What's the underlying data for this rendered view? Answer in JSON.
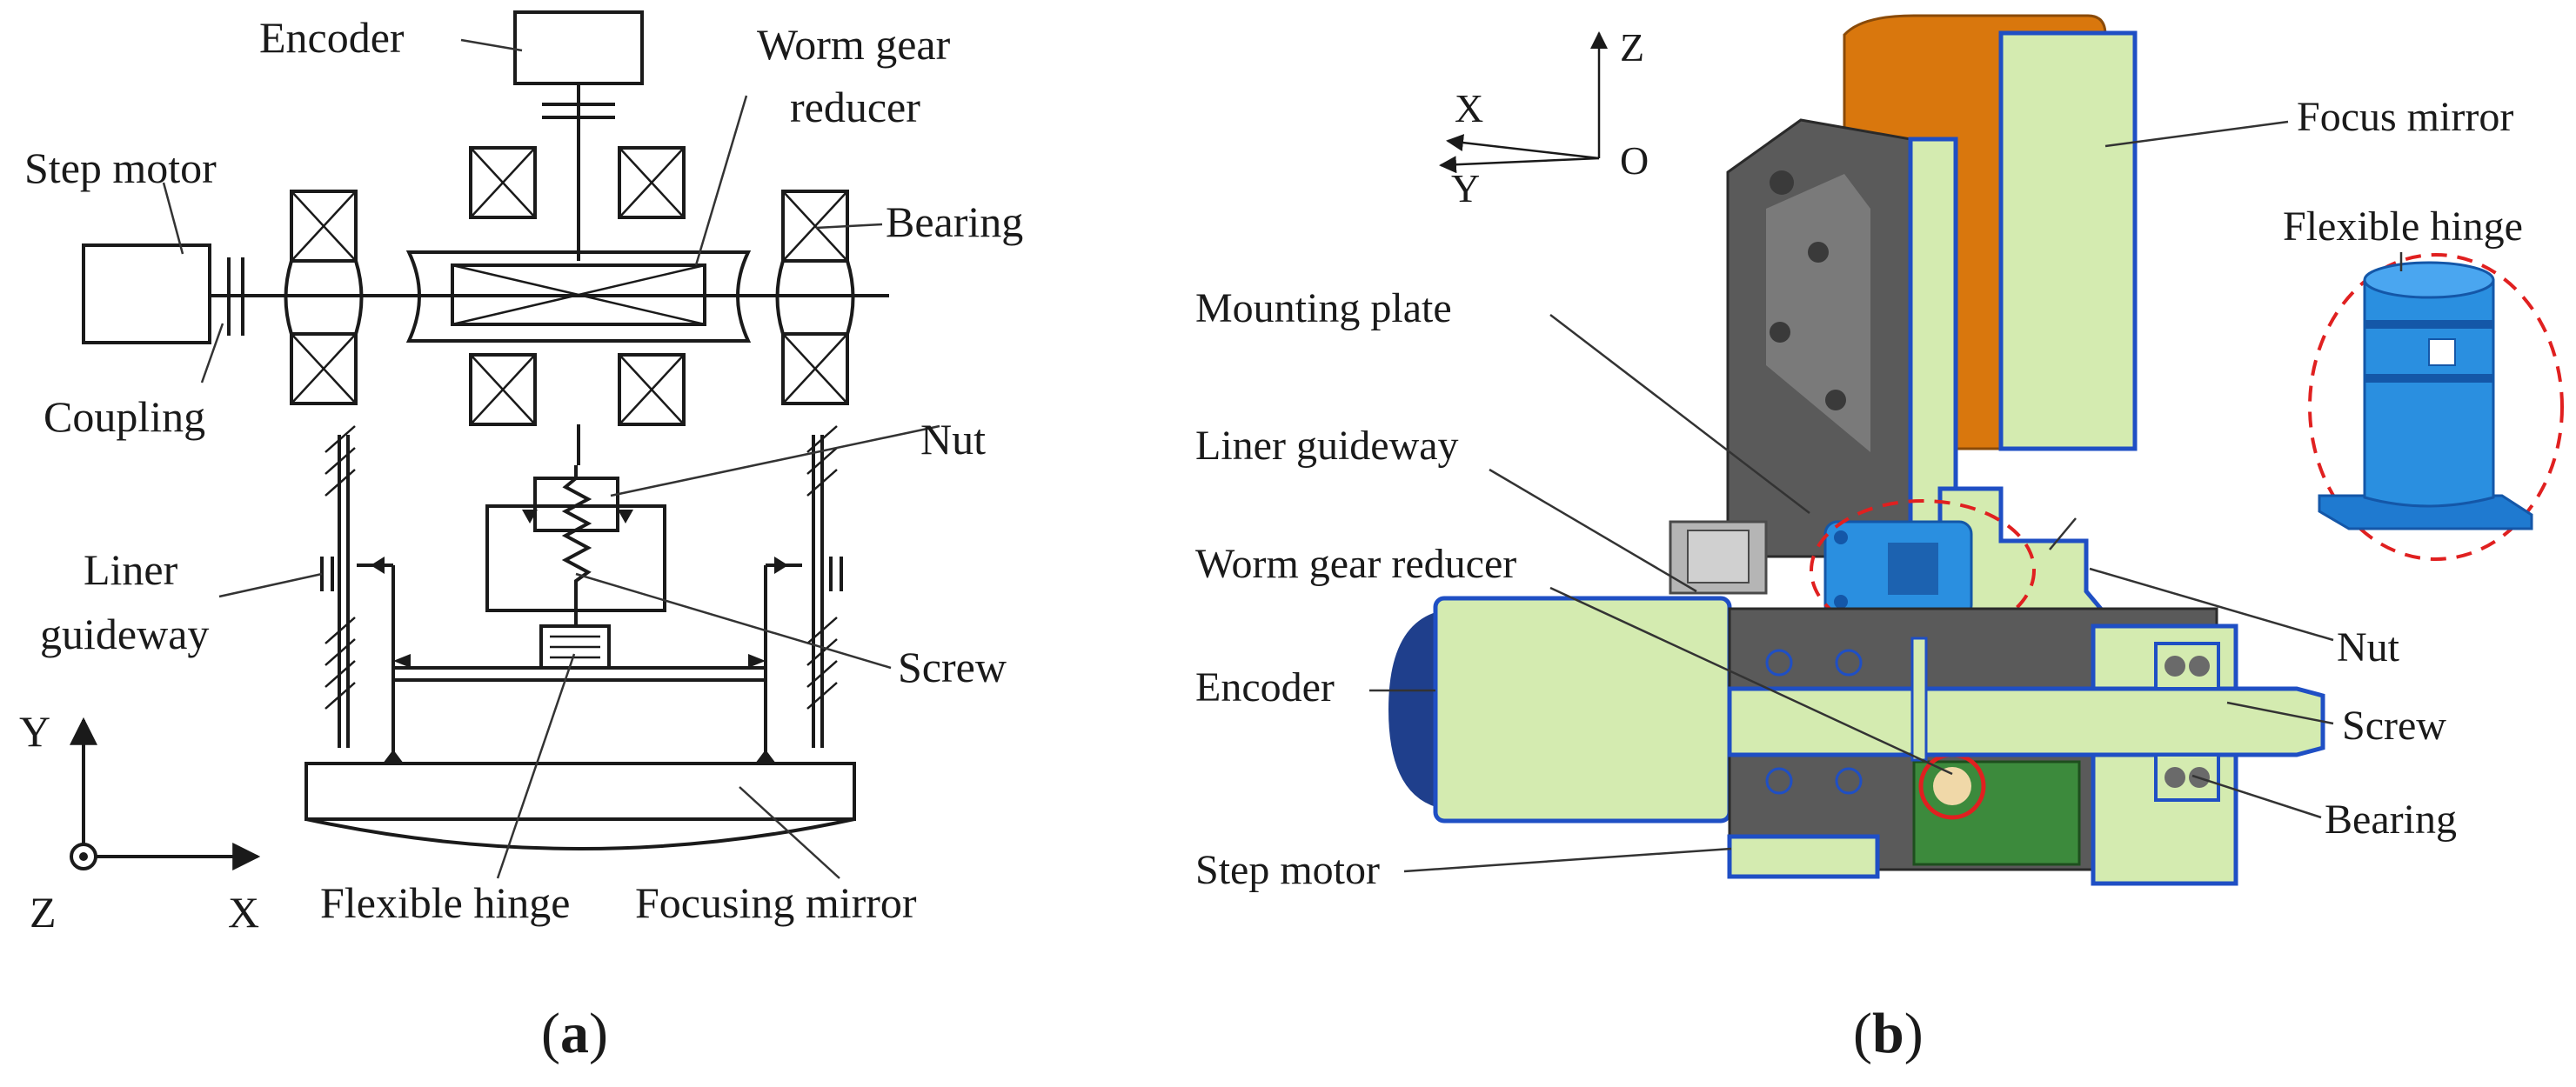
{
  "panel_a": {
    "labels": {
      "encoder": "Encoder",
      "worm_gear_reducer": "Worm gear reducer",
      "worm_gear_line1": "Worm gear",
      "worm_gear_line2": "reducer",
      "step_motor": "Step motor",
      "bearing": "Bearing",
      "coupling": "Coupling",
      "nut": "Nut",
      "liner_guideway_line1": "Liner",
      "liner_guideway_line2": "guideway",
      "screw": "Screw",
      "flexible_hinge": "Flexible hinge",
      "focusing_mirror": "Focusing  mirror"
    },
    "axes": {
      "y": "Y",
      "z": "Z",
      "x": "X"
    },
    "caption": {
      "open": "(",
      "letter": "a",
      "close": ")"
    }
  },
  "panel_b": {
    "labels": {
      "focus_mirror": "Focus mirror",
      "flexible_hinge": "Flexible hinge",
      "mounting_plate": "Mounting plate",
      "liner_guideway": "Liner guideway",
      "worm_gear_reducer": "Worm gear reducer",
      "encoder": "Encoder",
      "step_motor": "Step motor",
      "nut": "Nut",
      "screw": "Screw",
      "bearing": "Bearing"
    },
    "axes": {
      "z": "Z",
      "x": "X",
      "y": "Y",
      "o": "O"
    },
    "caption": {
      "open": "(",
      "letter": "b",
      "close": ")"
    }
  },
  "colors": {
    "ink": "#1a1a1a",
    "part_fill": "#d4ebb0",
    "part_outline": "#1f4fc4",
    "housing_dark": "#5a5a5a",
    "focus_mirror_back": "#d9770d",
    "hinge_blue": "#2a8fe0",
    "highlight_red": "#e02020",
    "gear_green": "#3c8a3c"
  }
}
